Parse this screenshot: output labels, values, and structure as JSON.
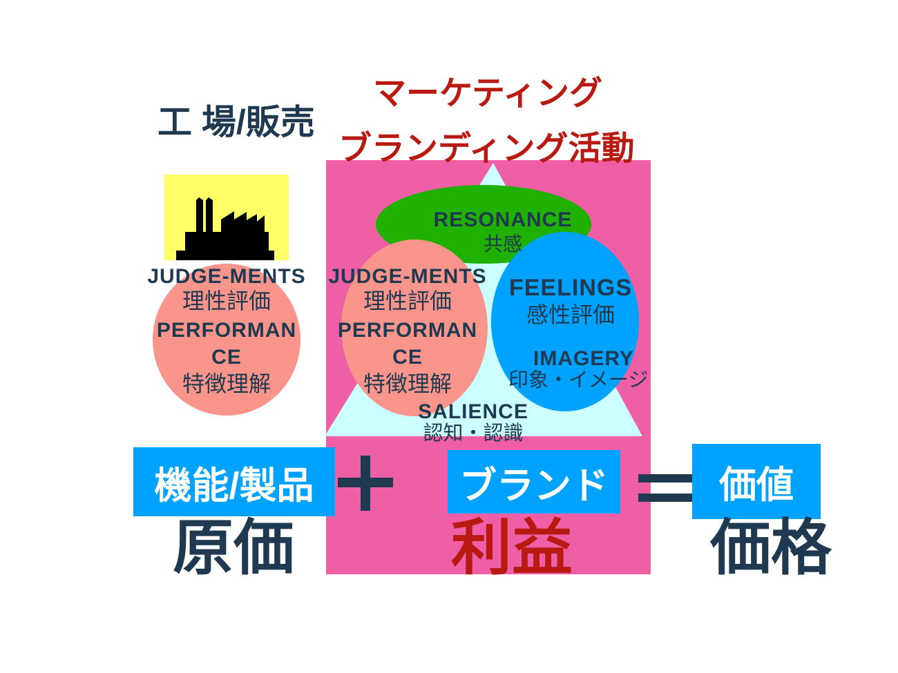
{
  "colors": {
    "pink": "#ee5fa5",
    "triangle": "#ccffff",
    "green": "#1fb000",
    "salmon": "#f9958a",
    "blue": "#00a2ff",
    "yellow": "#ffff66",
    "dark": "#1f3a50",
    "red": "#b81a12"
  },
  "titles": {
    "factory": "工 場/販売",
    "marketing": "マーケティング",
    "branding": "ブランディング活動"
  },
  "icons": {
    "factory": "factory-icon"
  },
  "left": {
    "judgements": "JUDGE-MENTS",
    "judgements_jp": "理性評価",
    "performance_1": "PERFORMAN",
    "performance_2": "CE",
    "performance_jp": "特徴理解"
  },
  "pyramid": {
    "resonance": "RESONANCE",
    "resonance_jp": "共感",
    "judgements": "JUDGE-MENTS",
    "judgements_jp": "理性評価",
    "performance_1": "PERFORMAN",
    "performance_2": "CE",
    "performance_jp": "特徴理解",
    "feelings": "FEELINGS",
    "feelings_jp": "感性評価",
    "imagery": "IMAGERY",
    "imagery_jp": "印象・イメージ",
    "salience": "SALIENCE",
    "salience_jp": "認知・認識"
  },
  "equation": {
    "function": "機能/製品",
    "plus": "+",
    "brand": "ブランド",
    "equals": "=",
    "value": "価値",
    "cost": "原価",
    "profit": "利益",
    "price": "価格"
  }
}
